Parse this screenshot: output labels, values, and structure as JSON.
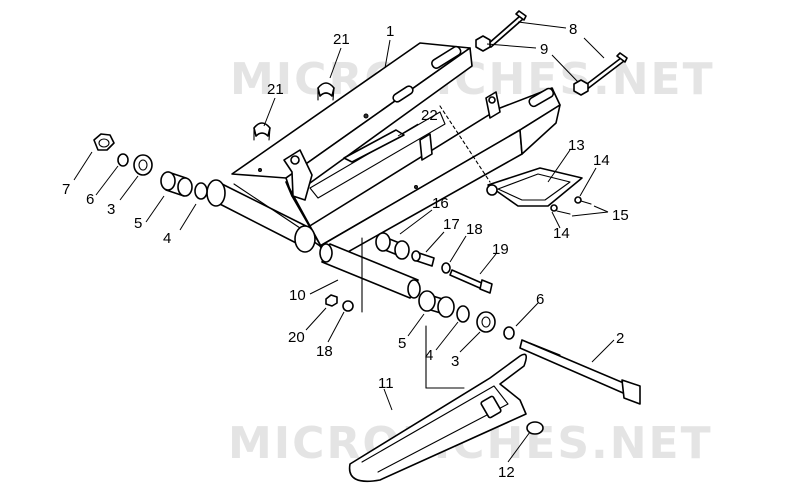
{
  "watermark": "MICROFICHES.NET",
  "callouts": {
    "c1": "1",
    "c2": "2",
    "c3a": "3",
    "c3b": "3",
    "c4a": "4",
    "c4b": "4",
    "c5a": "5",
    "c5b": "5",
    "c6a": "6",
    "c6b": "6",
    "c7": "7",
    "c8": "8",
    "c9": "9",
    "c10": "10",
    "c11": "11",
    "c12": "12",
    "c13": "13",
    "c14a": "14",
    "c14b": "14",
    "c15": "15",
    "c16": "16",
    "c17": "17",
    "c18a": "18",
    "c18b": "18",
    "c19": "19",
    "c20": "20",
    "c21a": "21",
    "c21b": "21",
    "c22": "22"
  }
}
